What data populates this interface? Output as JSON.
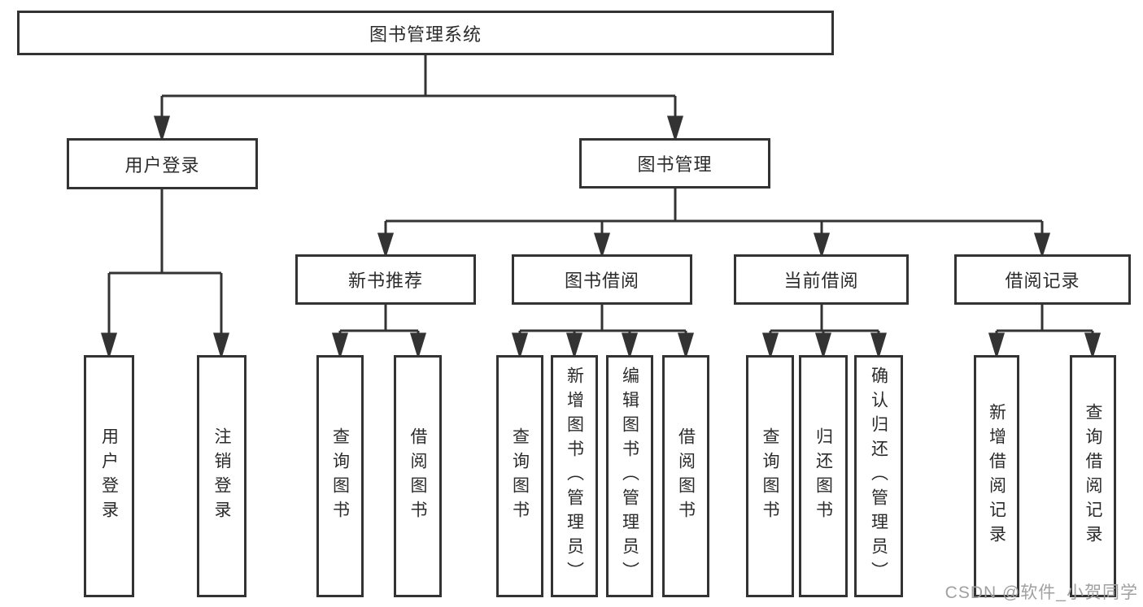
{
  "diagram": {
    "root_label": "图书管理系统",
    "level2_labels": [
      "用户登录",
      "图书管理"
    ],
    "level3_labels": [
      "新书推荐",
      "图书借阅",
      "当前借阅",
      "借阅记录"
    ],
    "user_login_children": [
      "用户登录",
      "注销登录"
    ],
    "recommend_children": [
      "查询图书",
      "借阅图书"
    ],
    "borrow_children": [
      "查询图书",
      "新增图书（管理员）",
      "编辑图书（管理员）",
      "借阅图书"
    ],
    "current_children": [
      "查询图书",
      "归还图书",
      "确认归还（管理员）"
    ],
    "records_children": [
      "新增借阅记录",
      "查询借阅记录"
    ]
  },
  "watermark": "CSDN @软件_小贺同学",
  "colors": {
    "line": "#333333",
    "text": "#2b2b2b",
    "watermark": "#a0a0a0",
    "background": "#ffffff"
  }
}
